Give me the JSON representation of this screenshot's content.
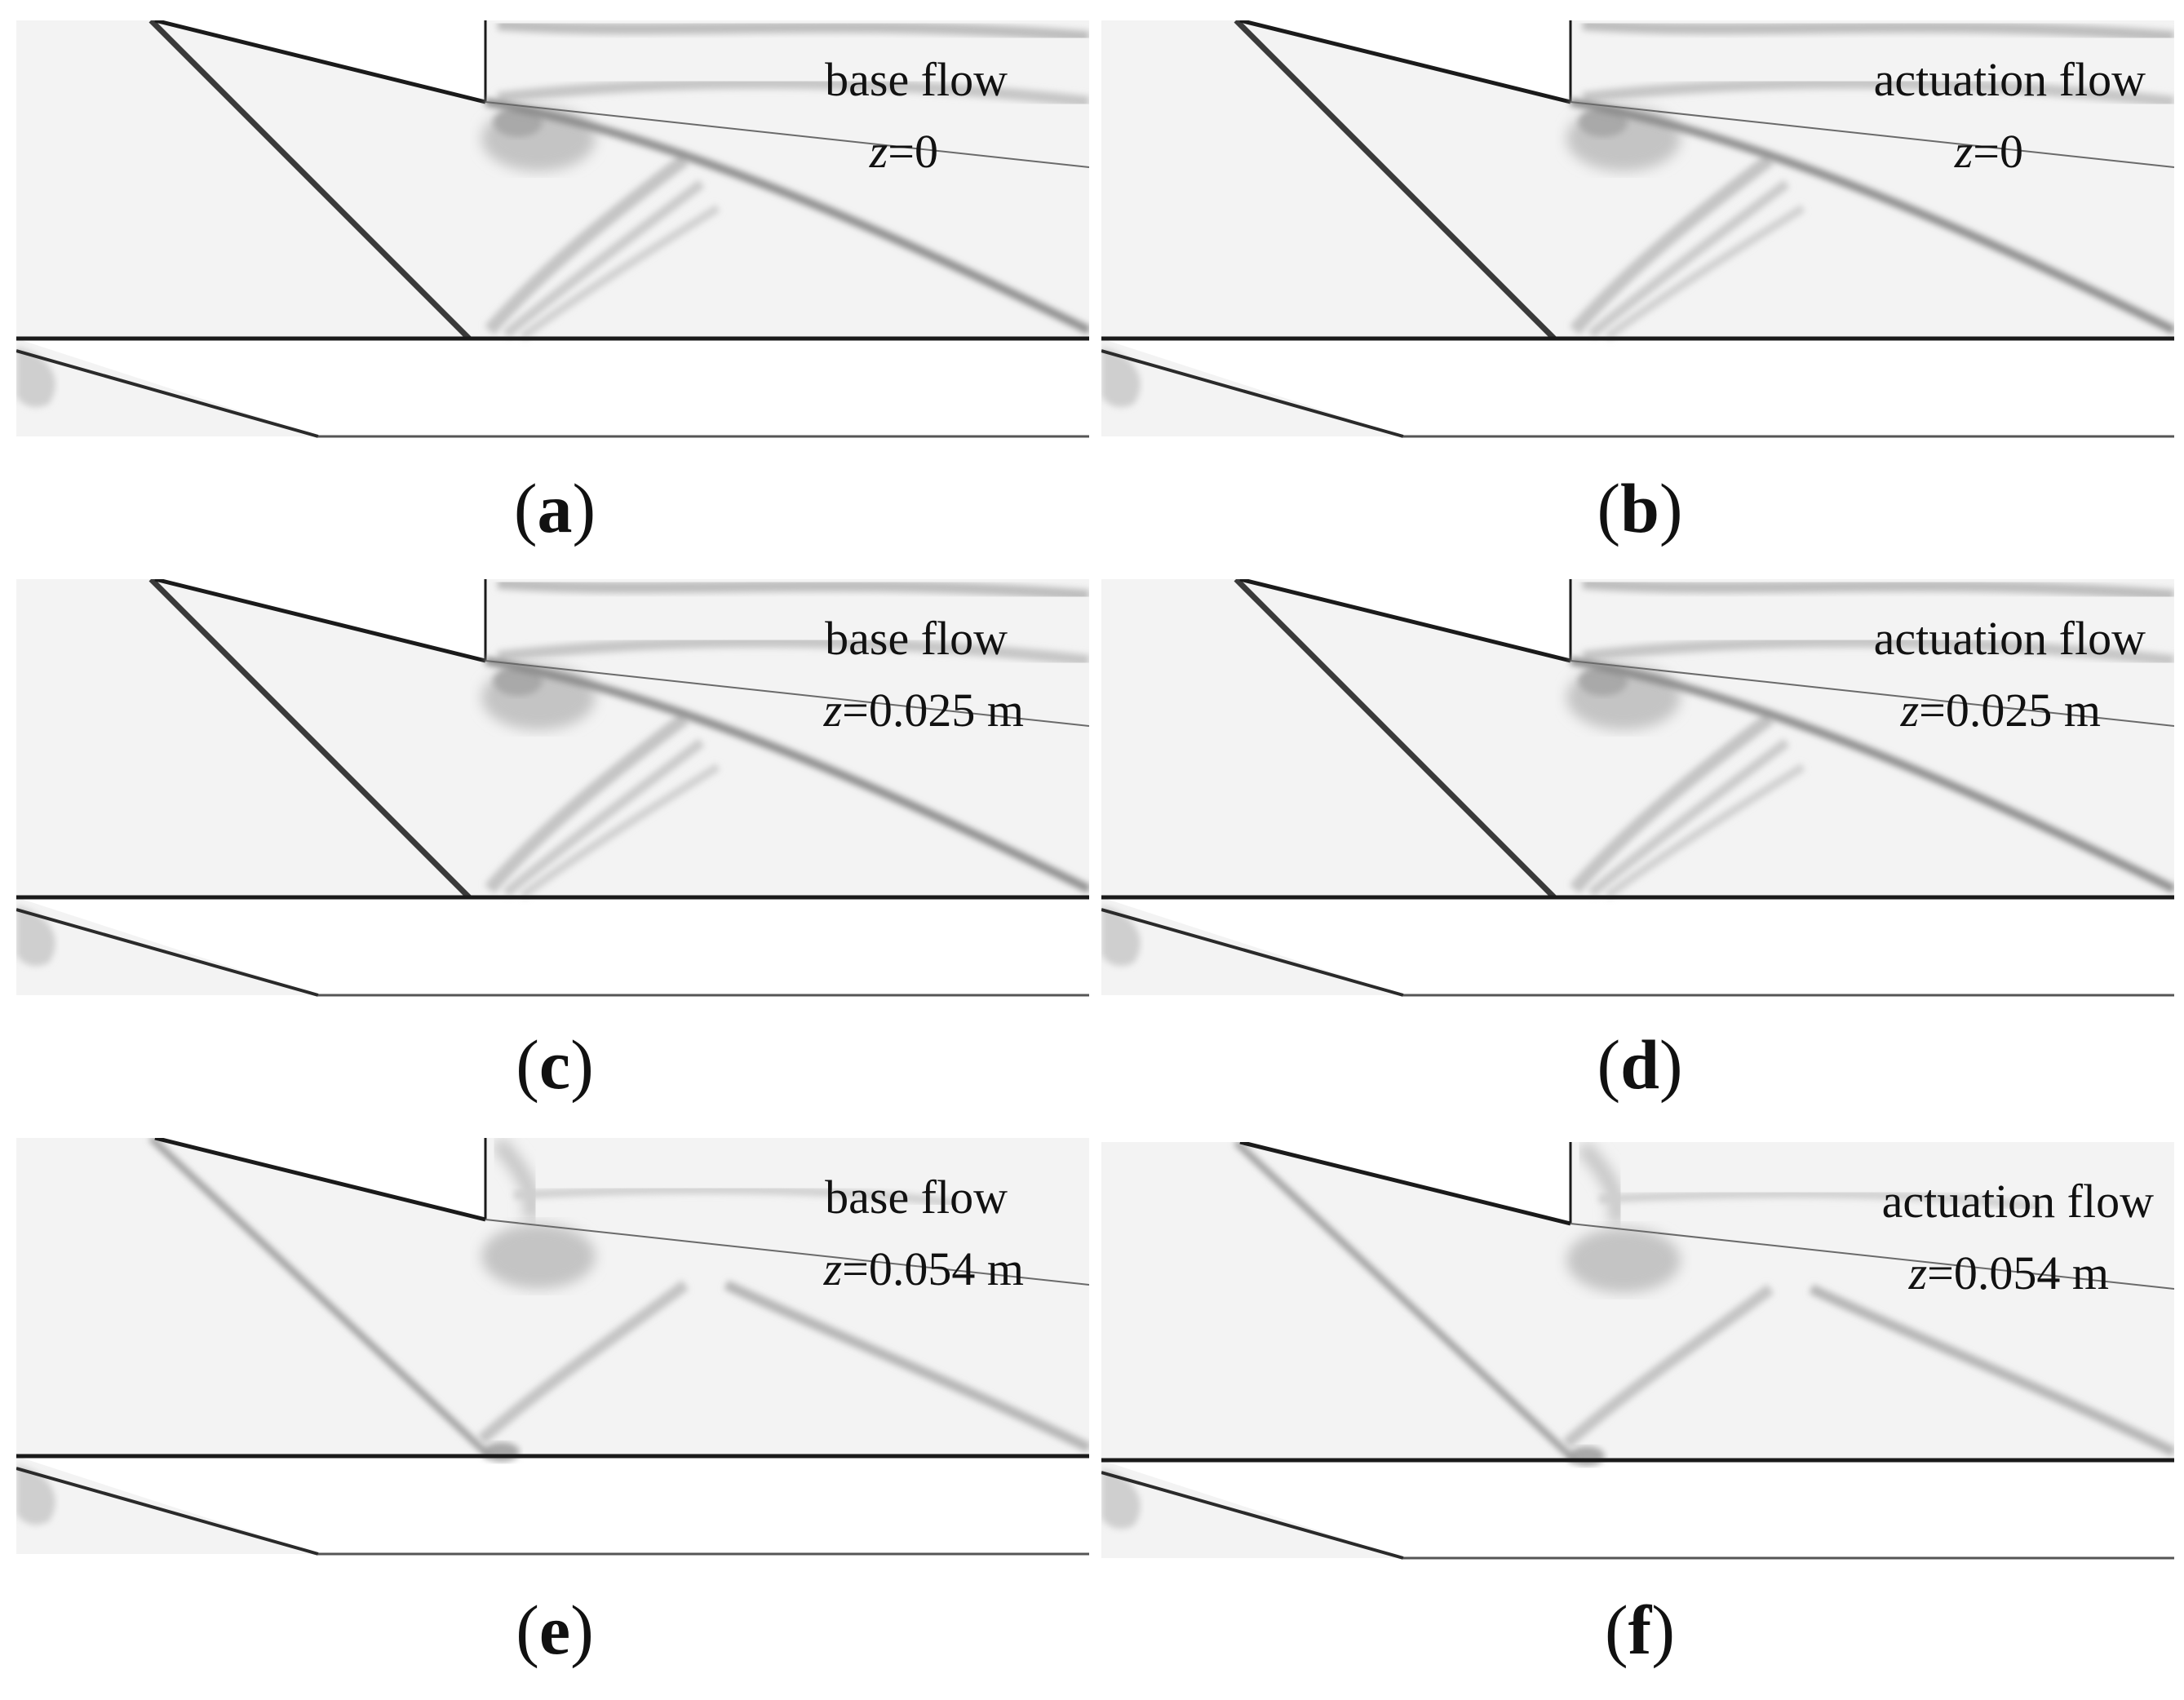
{
  "figure": {
    "panels": [
      {
        "id": "a",
        "label": "a",
        "case": "base flow",
        "z_var": "z",
        "z_value": "=0"
      },
      {
        "id": "b",
        "label": "b",
        "case": "actuation flow",
        "z_var": "z",
        "z_value": "=0"
      },
      {
        "id": "c",
        "label": "c",
        "case": "base flow",
        "z_var": "z",
        "z_value": "=0.025 m"
      },
      {
        "id": "d",
        "label": "d",
        "case": "actuation flow",
        "z_var": "z",
        "z_value": "=0.025 m"
      },
      {
        "id": "e",
        "label": "e",
        "case": "base flow",
        "z_var": "z",
        "z_value": "=0.054 m"
      },
      {
        "id": "f",
        "label": "f",
        "case": "actuation flow",
        "z_var": "z",
        "z_value": "=0.054 m"
      }
    ],
    "colors": {
      "field_background": "#f3f3f3",
      "shock_dark": "#3a3a3a",
      "shock_mid": "#8a8a8a",
      "shock_light": "#bdbdbd",
      "wall": "#1a1a1a"
    }
  }
}
